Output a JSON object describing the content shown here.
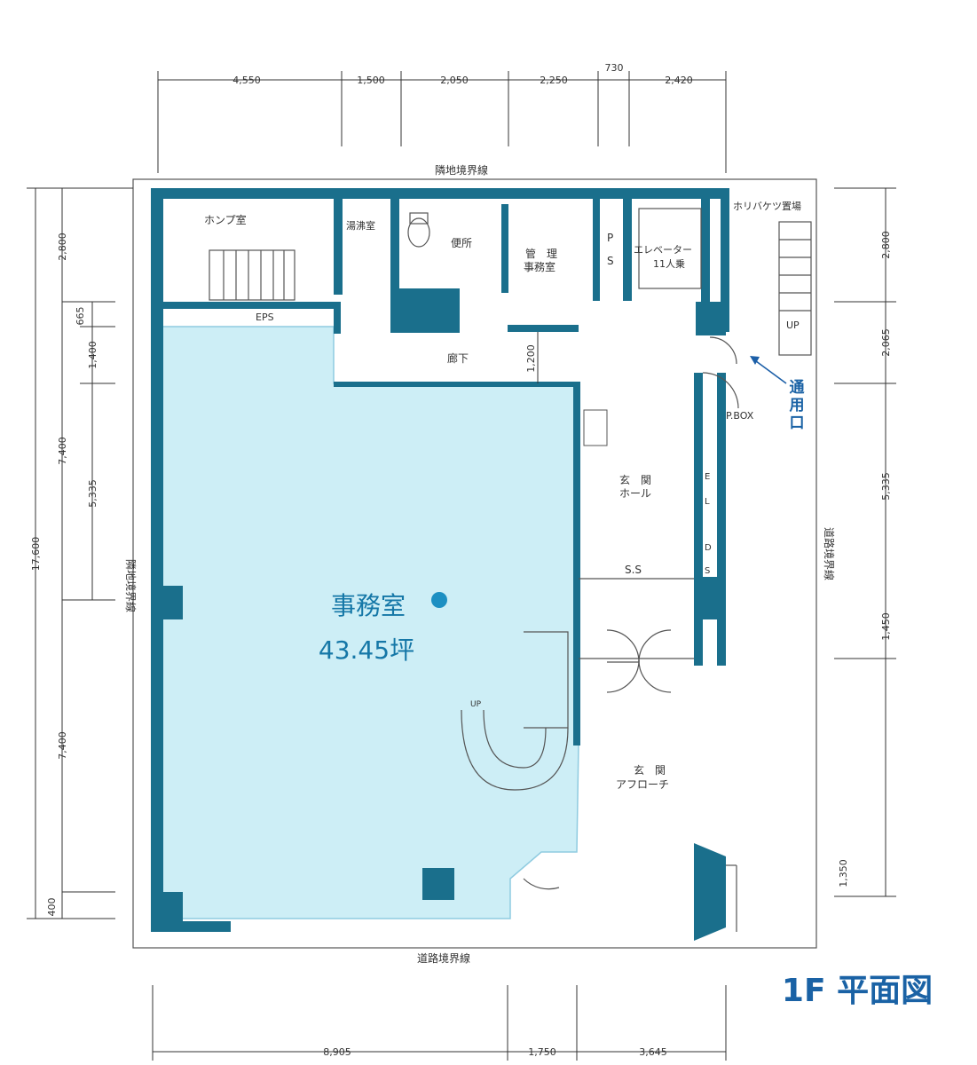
{
  "dimensions": {
    "top": [
      "4,550",
      "1,500",
      "2,050",
      "2,250",
      "730",
      "2,420"
    ],
    "bottom": [
      "8,905",
      "1,750",
      "3,645"
    ],
    "left_outer": [
      "17,600",
      "400"
    ],
    "left_mid": [
      "2,800",
      "7,400",
      "7,400"
    ],
    "left_inner": [
      "665",
      "1,400",
      "5,335"
    ],
    "right": [
      "2,800",
      "2,065",
      "5,335",
      "1,450",
      "1,350"
    ],
    "right_corridor": "1,200"
  },
  "boundaries": {
    "top": "隣地境界線",
    "bottom": "道路境界線",
    "left": "隣地境界線",
    "right": "道路境界線"
  },
  "rooms": {
    "pump_room": "ホンプ室",
    "water_heater": "湯沸室",
    "toilet": "便所",
    "mgmt_line1": "管　理",
    "mgmt_line2": "事務室",
    "ps": "P\nS",
    "elevator_line1": "エレベーター",
    "elevator_line2": "11人乗",
    "bucket": "ホリバケツ置場",
    "eps": "EPS",
    "corridor": "廊下",
    "pbox": "P.BOX",
    "hall_line1": "玄　関",
    "hall_line2": "ホール",
    "elec": "E\nL",
    "ds": "D\nS",
    "ss": "S.S",
    "approach_line1": "玄　関",
    "approach_line2": "アフローチ",
    "stair_up": "UP",
    "spiral_up": "UP",
    "service_entrance": "通用口"
  },
  "office": {
    "name": "事務室",
    "area": "43.45坪"
  },
  "floor_title": "1F 平面図",
  "colors": {
    "office_fill": "#cdeef6",
    "wall": "#1a6f8c",
    "accent": "#1c8fc2",
    "title": "#1a62a5"
  }
}
